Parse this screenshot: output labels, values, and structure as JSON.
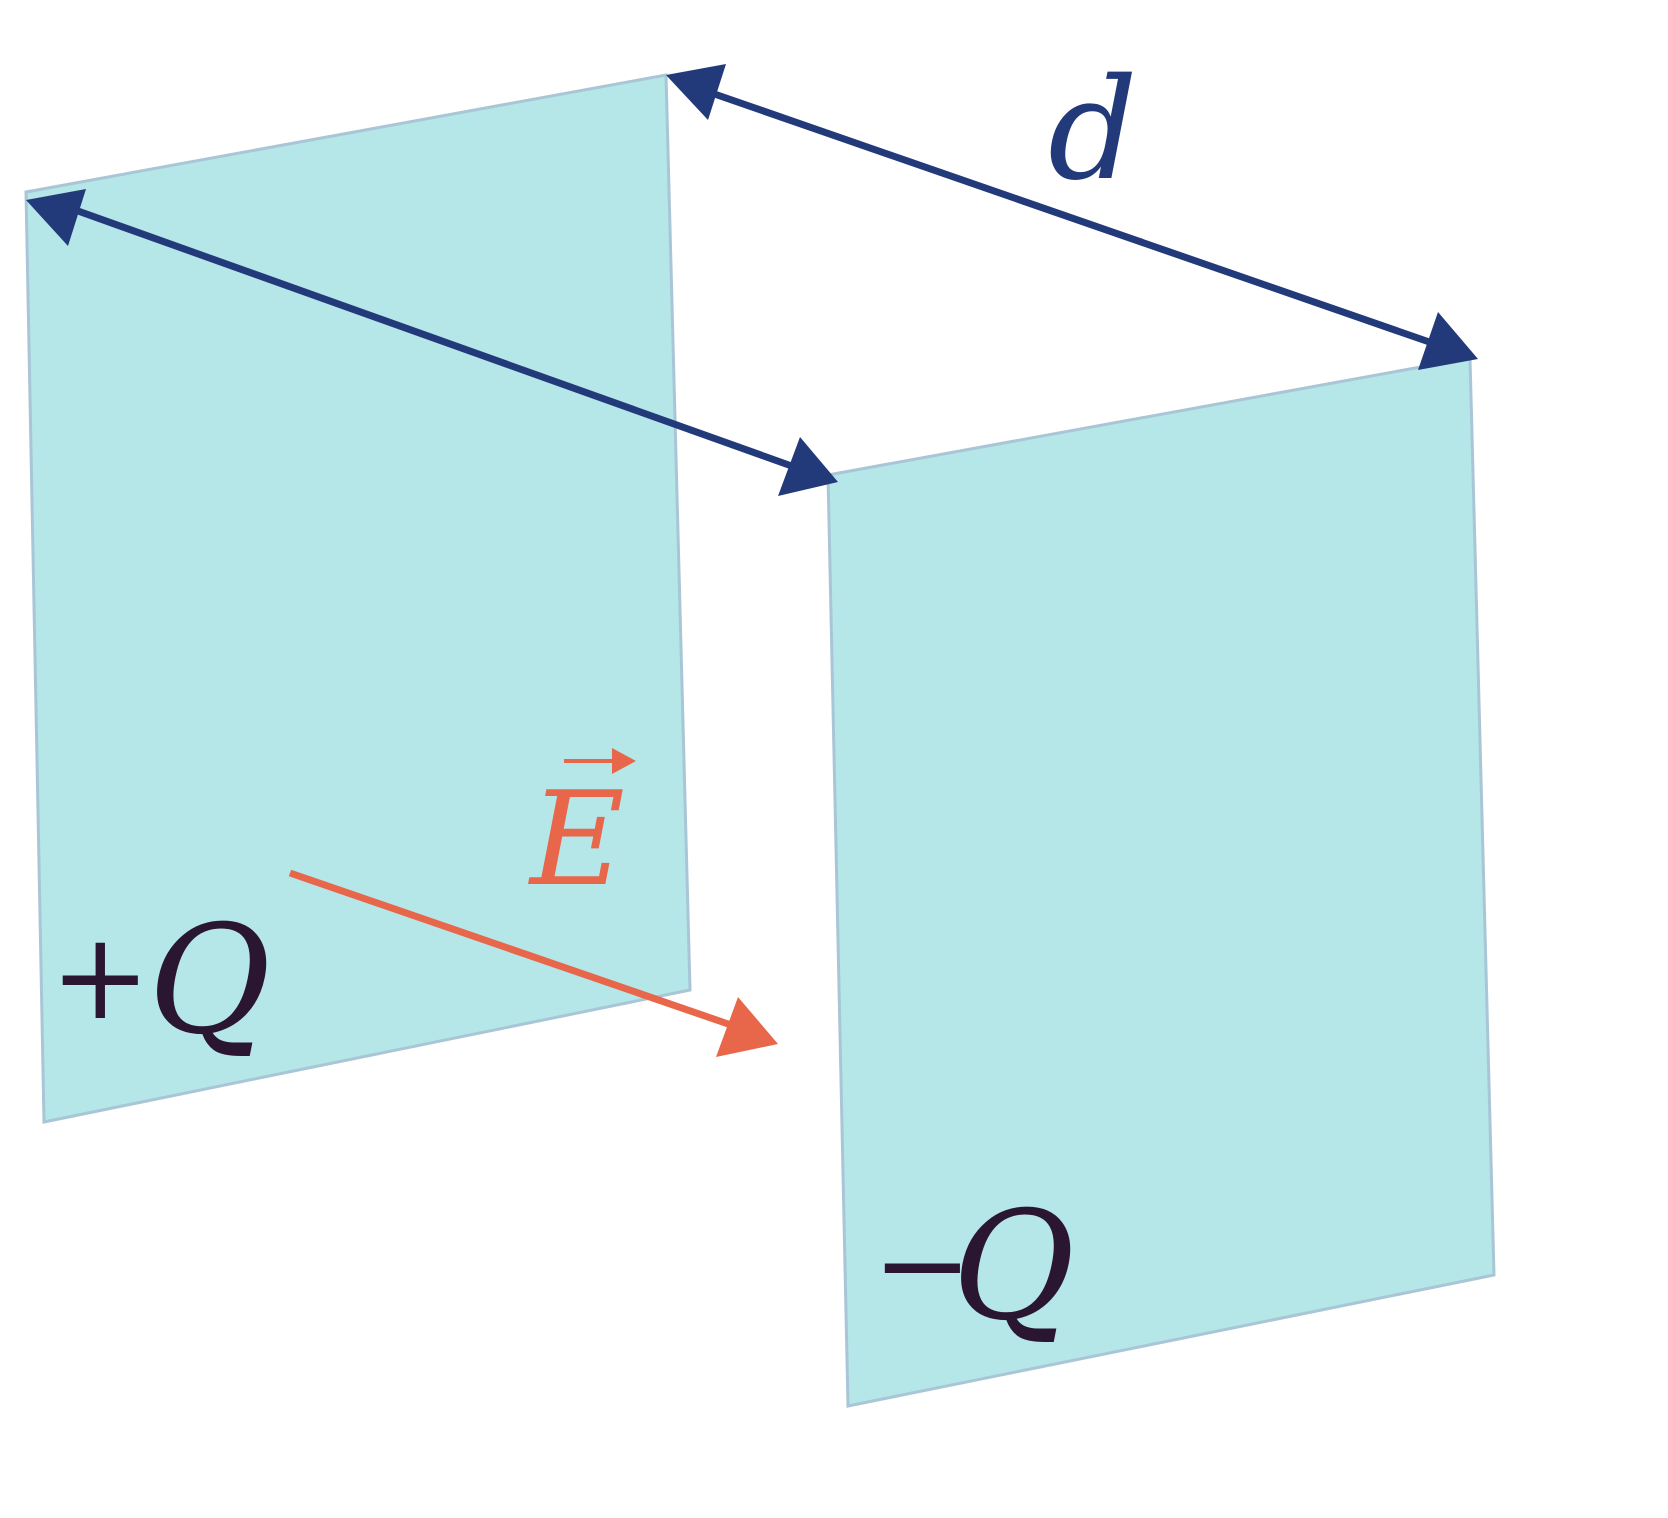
{
  "diagram": {
    "labels": {
      "separation": "d",
      "field": "E",
      "positive_sign": "+",
      "positive_charge": "Q",
      "negative_sign": "−",
      "negative_charge": "Q"
    },
    "colors": {
      "plate_fill": "#b5e6e8",
      "plate_edge": "#a9c6d6",
      "dimension_arrow": "#223a7a",
      "field_arrow": "#e8674a",
      "charge_text": "#2a1630"
    }
  }
}
